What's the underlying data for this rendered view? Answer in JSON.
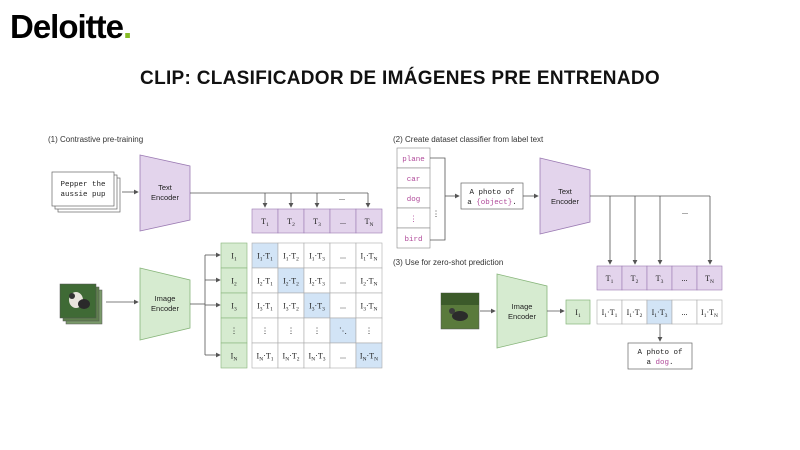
{
  "header": {
    "logo": "Deloitte",
    "logo_dot": ".",
    "title": "CLIP: CLASIFICADOR DE IMÁGENES PRE ENTRENADO"
  },
  "panel1": {
    "label": "(1) Contrastive pre-training",
    "text_input_line1": "Pepper the",
    "text_input_line2": "aussie pup",
    "text_encoder_line1": "Text",
    "text_encoder_line2": "Encoder",
    "image_encoder_line1": "Image",
    "image_encoder_line2": "Encoder",
    "text_feats": [
      "T1",
      "T2",
      "T3",
      "...",
      "TN"
    ],
    "image_feats": [
      "I1",
      "I2",
      "I3",
      "⋮",
      "IN"
    ],
    "matrix": [
      [
        "I1·T1",
        "I1·T2",
        "I1·T3",
        "...",
        "I1·TN"
      ],
      [
        "I2·T1",
        "I2·T2",
        "I2·T3",
        "...",
        "I2·TN"
      ],
      [
        "I3·T1",
        "I3·T2",
        "I3·T3",
        "...",
        "I3·TN"
      ],
      [
        "⋮",
        "⋮",
        "⋮",
        "⋱",
        "⋮"
      ],
      [
        "IN·T1",
        "IN·T2",
        "IN·T3",
        "...",
        "IN·TN"
      ]
    ],
    "dots_label": "..."
  },
  "panel2": {
    "label": "(2) Create dataset classifier from label text",
    "labels": [
      "plane",
      "car",
      "dog",
      "⋮",
      "bird"
    ],
    "label_dots": "⋮",
    "template_line1": "A photo of",
    "template_prefix": "a ",
    "template_object": "{object}",
    "template_suffix": ".",
    "text_encoder_line1": "Text",
    "text_encoder_line2": "Encoder",
    "dots_label": "..."
  },
  "panel3": {
    "label": "(3) Use for zero-shot prediction",
    "image_encoder_line1": "Image",
    "image_encoder_line2": "Encoder",
    "image_feat": "I1",
    "text_feats": [
      "T1",
      "T2",
      "T3",
      "...",
      "TN"
    ],
    "scores": [
      "I1·T1",
      "I1·T2",
      "I1·T3",
      "...",
      "I1·TN"
    ],
    "result_line1": "A photo of",
    "result_prefix": "a ",
    "result_word": "dog",
    "result_suffix": "."
  },
  "colors": {
    "text_encoder": "#e3d4ec",
    "text_encoder_stroke": "#9b7ab3",
    "image_encoder": "#d6ebd0",
    "image_encoder_stroke": "#87b57a",
    "highlight": "#d2e4f6",
    "logo_dot": "#86bc25"
  }
}
